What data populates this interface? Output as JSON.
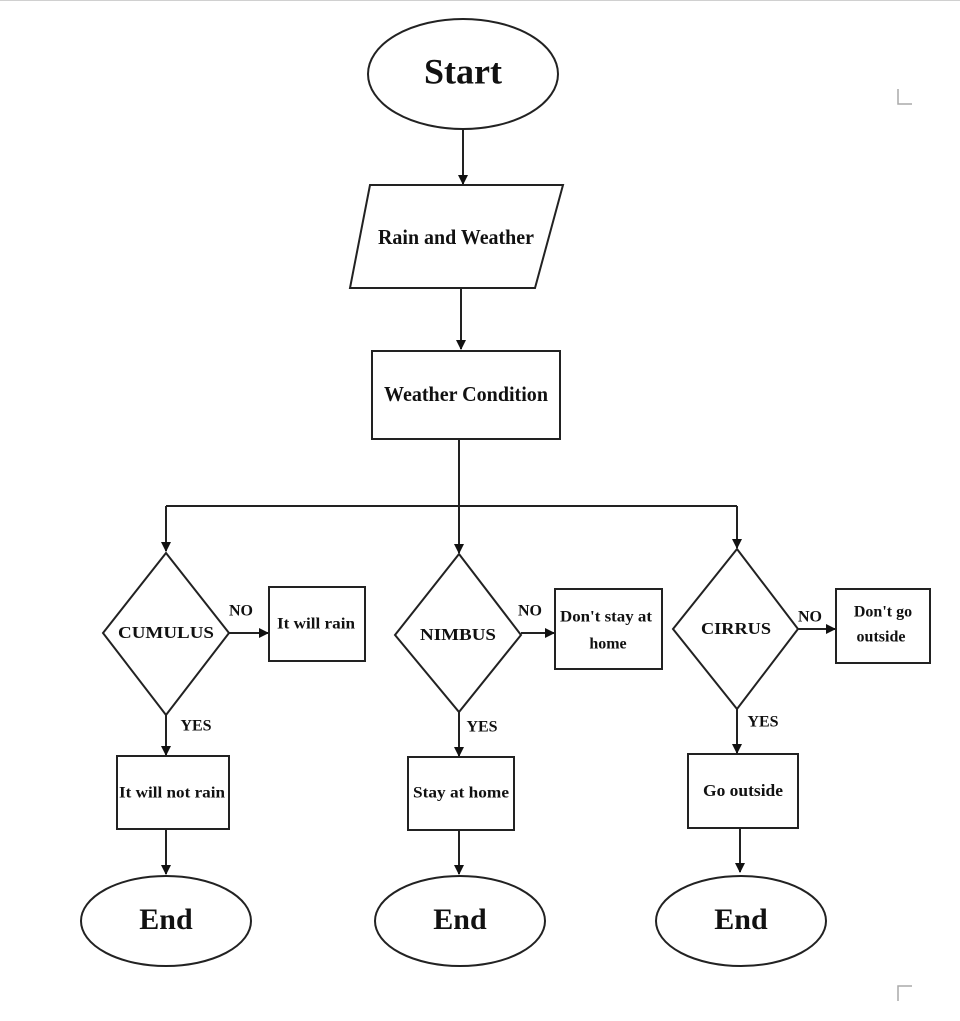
{
  "flowchart": {
    "start": "Start",
    "input": "Rain and Weather",
    "process": "Weather Condition",
    "branches": [
      {
        "decision": "CUMULUS",
        "no_label": "NO",
        "yes_label": "YES",
        "no_result": [
          "It will rain"
        ],
        "yes_result": "It will not rain",
        "end": "End"
      },
      {
        "decision": "NIMBUS",
        "no_label": "NO",
        "yes_label": "YES",
        "no_result": [
          "Don't stay at",
          "home"
        ],
        "yes_result": "Stay at home",
        "end": "End"
      },
      {
        "decision": "CIRRUS",
        "no_label": "NO",
        "yes_label": "YES",
        "no_result": [
          "Don't go",
          "outside"
        ],
        "yes_result": "Go outside",
        "end": "End"
      }
    ]
  }
}
